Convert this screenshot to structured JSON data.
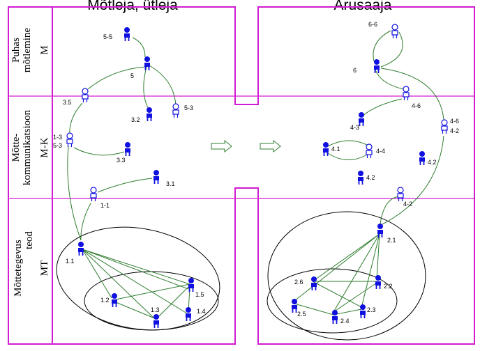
{
  "titles": {
    "left": "Mõtleja, ütleja",
    "right": "Arusaaja"
  },
  "row_labels": {
    "top_line1": "Puhas",
    "top_line2": "mõtlemine",
    "top_code": "M",
    "mid_line1": "Mõtte-",
    "mid_line2": "kommunikatsioon",
    "mid_code": "M-K",
    "bot_line1": "Mõttetegevus",
    "bot_line2": "teod",
    "bot_code": "MT"
  },
  "colors": {
    "frame": "#d21bd2",
    "edge": "#2e7d2e",
    "figure": "#1010e0"
  },
  "nodes": [
    {
      "id": "n5-5",
      "label": "5-5",
      "style": "filled"
    },
    {
      "id": "n5",
      "label": "5",
      "style": "filled"
    },
    {
      "id": "n3-5",
      "label": "3.5",
      "style": "hollow"
    },
    {
      "id": "n3-2",
      "label": "3.2",
      "style": "filled"
    },
    {
      "id": "n5-3",
      "label": "5-3",
      "style": "hollow"
    },
    {
      "id": "n1-3",
      "label": "1-3",
      "style": "hollow"
    },
    {
      "id": "n5-3b",
      "label": "5-3",
      "style": "none"
    },
    {
      "id": "n3-3",
      "label": "3.3",
      "style": "filled"
    },
    {
      "id": "n3-1",
      "label": "3.1",
      "style": "filled"
    },
    {
      "id": "n1-1",
      "label": "1-1",
      "style": "hollow"
    },
    {
      "id": "n1.1",
      "label": "1.1",
      "style": "filled"
    },
    {
      "id": "n1.2",
      "label": "1.2",
      "style": "filled"
    },
    {
      "id": "n1.3",
      "label": "1.3",
      "style": "filled"
    },
    {
      "id": "n1.4",
      "label": "1.4",
      "style": "filled"
    },
    {
      "id": "n1.5",
      "label": "1.5",
      "style": "filled"
    },
    {
      "id": "n6-6",
      "label": "6-6",
      "style": "hollow"
    },
    {
      "id": "n6",
      "label": "6",
      "style": "filled"
    },
    {
      "id": "n4-6",
      "label": "4-6",
      "style": "hollow"
    },
    {
      "id": "n4-3",
      "label": "4-3",
      "style": "filled"
    },
    {
      "id": "n4-6b",
      "label": "4-6",
      "style": "hollow"
    },
    {
      "id": "n4-2b",
      "label": "4-2",
      "style": "none"
    },
    {
      "id": "n4.1",
      "label": "4.1",
      "style": "filled"
    },
    {
      "id": "n4-4",
      "label": "4-4",
      "style": "hollow"
    },
    {
      "id": "n4.2a",
      "label": "4.2",
      "style": "filled"
    },
    {
      "id": "n4.2b",
      "label": "4.2",
      "style": "filled"
    },
    {
      "id": "n4-2c",
      "label": "4-2",
      "style": "hollow"
    },
    {
      "id": "n2.1",
      "label": "2.1",
      "style": "filled"
    },
    {
      "id": "n2.6",
      "label": "2.6",
      "style": "filled"
    },
    {
      "id": "n2.2",
      "label": "2.2",
      "style": "filled"
    },
    {
      "id": "n2.5",
      "label": "2.5",
      "style": "filled"
    },
    {
      "id": "n2.4",
      "label": "2.4",
      "style": "filled"
    },
    {
      "id": "n2.3",
      "label": "2.3",
      "style": "filled"
    }
  ]
}
